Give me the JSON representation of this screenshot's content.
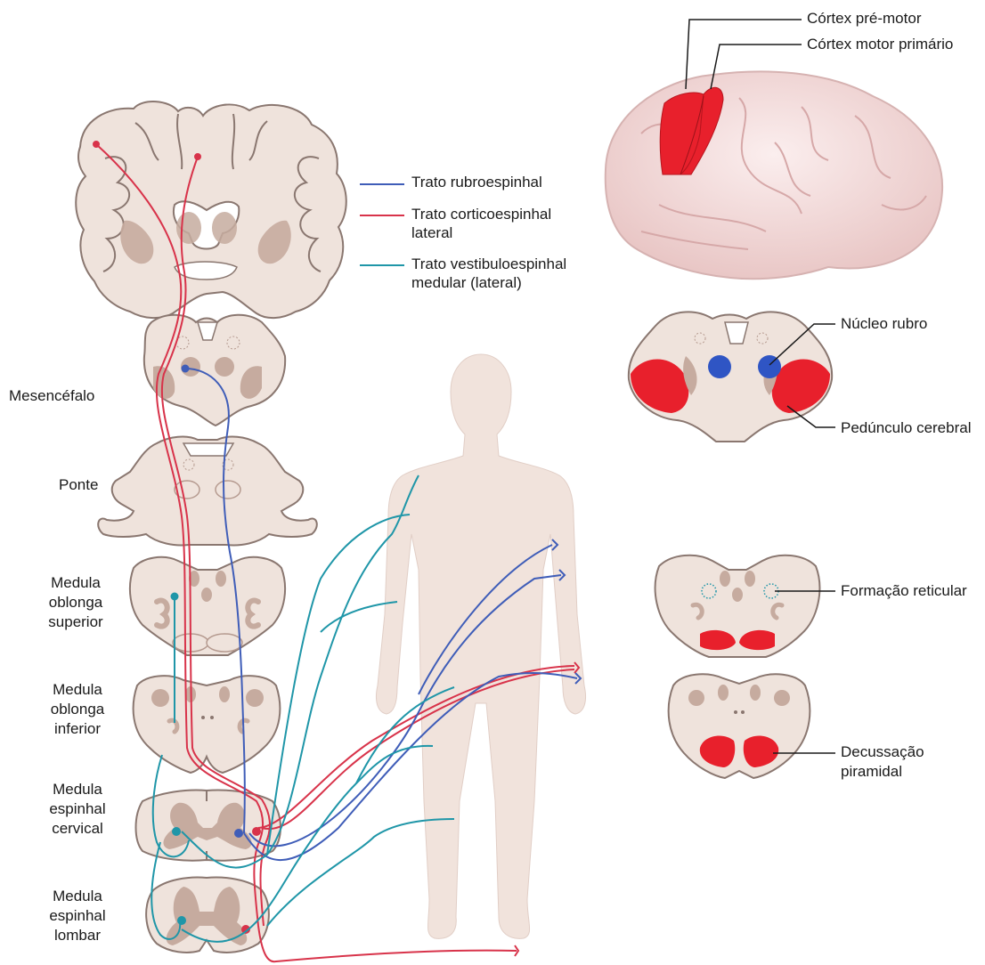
{
  "legend": {
    "rubro": "Trato rubroespinhal",
    "cortico_1": "Trato corticoespinhal",
    "cortico_2": "lateral",
    "vestibulo_1": "Trato vestibuloespinhal",
    "vestibulo_2": "medular (lateral)"
  },
  "levels": {
    "mesencefalo": "Mesencéfalo",
    "ponte": "Ponte",
    "medula_sup_1": "Medula",
    "medula_sup_2": "oblonga",
    "medula_sup_3": "superior",
    "medula_inf_1": "Medula",
    "medula_inf_2": "oblonga",
    "medula_inf_3": "inferior",
    "cervical_1": "Medula",
    "cervical_2": "espinhal",
    "cervical_3": "cervical",
    "lombar_1": "Medula",
    "lombar_2": "espinhal",
    "lombar_3": "lombar"
  },
  "right_labels": {
    "pre_motor": "Córtex pré-motor",
    "motor_primario": "Córtex motor primário",
    "nucleo_rubro": "Núcleo rubro",
    "peduncul": "Pedúnculo cerebral",
    "formacao": "Formação reticular",
    "decussacao_1": "Decussação",
    "decussacao_2": "piramidal"
  },
  "colors": {
    "rubro": "#3f5db8",
    "cortico": "#d8334a",
    "vestibulo": "#1f96a8",
    "tissue": "#efe3dc",
    "tissue_edge": "#8a7770",
    "grey": "#c6ab9f",
    "highlight_red": "#e8202c",
    "highlight_blue": "#2f55c4"
  }
}
